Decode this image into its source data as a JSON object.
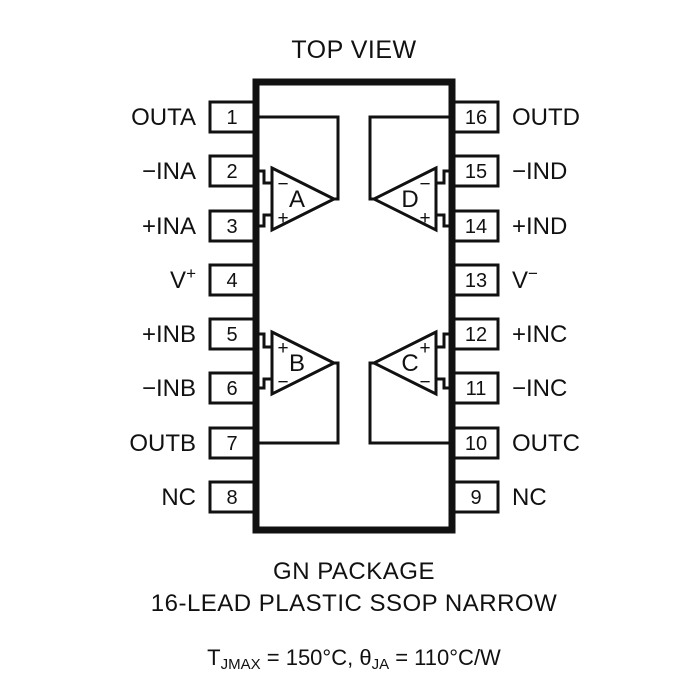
{
  "title": "TOP VIEW",
  "footer": {
    "package_name": "GN PACKAGE",
    "package_desc": "16-LEAD PLASTIC SSOP NARROW",
    "thermal": {
      "t_symbol": "T",
      "t_sub": "JMAX",
      "t_value": " = 150°C, ",
      "theta_symbol": "θ",
      "theta_sub": "JA",
      "theta_value": " = 110°C/W"
    }
  },
  "ic": {
    "pins_left": [
      {
        "num": "1",
        "label": "OUTA"
      },
      {
        "num": "2",
        "label": "−INA"
      },
      {
        "num": "3",
        "label": "+INA"
      },
      {
        "num": "4",
        "label": "V",
        "label_sup": "+"
      },
      {
        "num": "5",
        "label": "+INB"
      },
      {
        "num": "6",
        "label": "−INB"
      },
      {
        "num": "7",
        "label": "OUTB"
      },
      {
        "num": "8",
        "label": "NC"
      }
    ],
    "pins_right": [
      {
        "num": "16",
        "label": "OUTD"
      },
      {
        "num": "15",
        "label": "−IND"
      },
      {
        "num": "14",
        "label": "+IND"
      },
      {
        "num": "13",
        "label": "V",
        "label_sup": "−"
      },
      {
        "num": "12",
        "label": "+INC"
      },
      {
        "num": "11",
        "label": "−INC"
      },
      {
        "num": "10",
        "label": "OUTC"
      },
      {
        "num": "9",
        "label": "NC"
      }
    ],
    "amplifiers": [
      {
        "name": "A",
        "input_top": "−",
        "input_bottom": "+"
      },
      {
        "name": "D",
        "input_top": "−",
        "input_bottom": "+"
      },
      {
        "name": "B",
        "input_top": "+",
        "input_bottom": "−"
      },
      {
        "name": "C",
        "input_top": "+",
        "input_bottom": "−"
      }
    ]
  },
  "colors": {
    "ink": "#111111",
    "background": "#ffffff"
  }
}
